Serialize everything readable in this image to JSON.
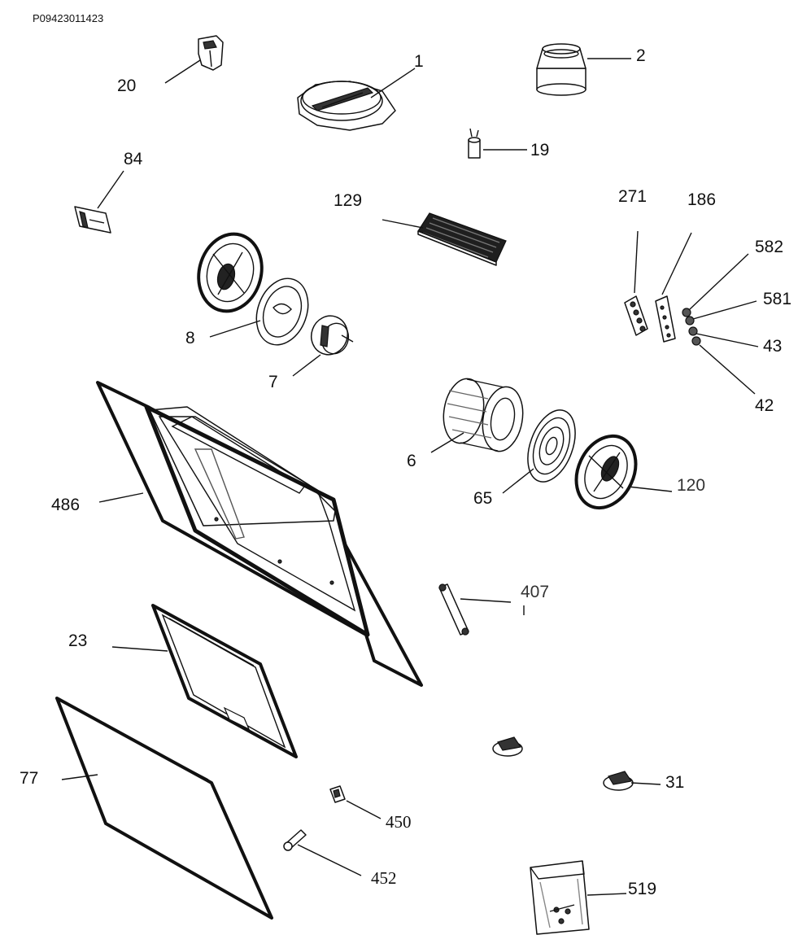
{
  "drawing_code": "P09423011423",
  "callouts": {
    "c1": "1",
    "c2": "2",
    "c20": "20",
    "c19": "19",
    "c84": "84",
    "c129": "129",
    "c271": "271",
    "c186": "186",
    "c582": "582",
    "c581": "581",
    "c43": "43",
    "c42": "42",
    "c8": "8",
    "c7": "7",
    "c6": "6",
    "c65": "65",
    "c120": "120",
    "c486": "486",
    "c407": "407",
    "c23": "23",
    "c77": "77",
    "c31": "31",
    "c450": "450",
    "c452": "452",
    "c519": "519"
  }
}
